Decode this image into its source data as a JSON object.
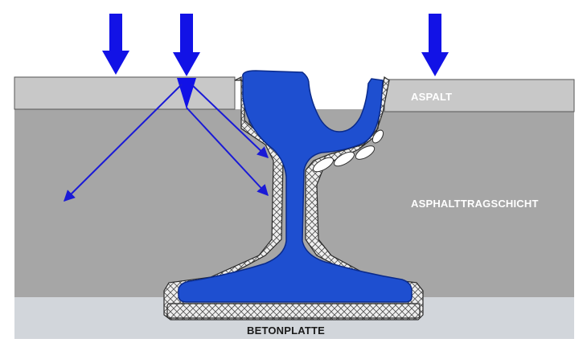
{
  "layers": {
    "asphalt_surface": {
      "label": "ASPALT",
      "color": "#c8c8c8"
    },
    "asphalt_base": {
      "label": "ASPHALTTRAGSCHICHT",
      "color": "#a6a6a6"
    },
    "concrete_slab": {
      "label": "BETONPLATTE",
      "color": "#d2d6db"
    }
  },
  "colors": {
    "rail": "#1e4fd0",
    "load_arrow": "#1212e6",
    "force_line": "#1a1ad6",
    "elastic_fill": "#e8e8e8",
    "outline": "#2a2a2a"
  },
  "icons": {
    "load_arrow": "down-arrow-icon",
    "force_vector": "diagonal-arrow-icon"
  }
}
